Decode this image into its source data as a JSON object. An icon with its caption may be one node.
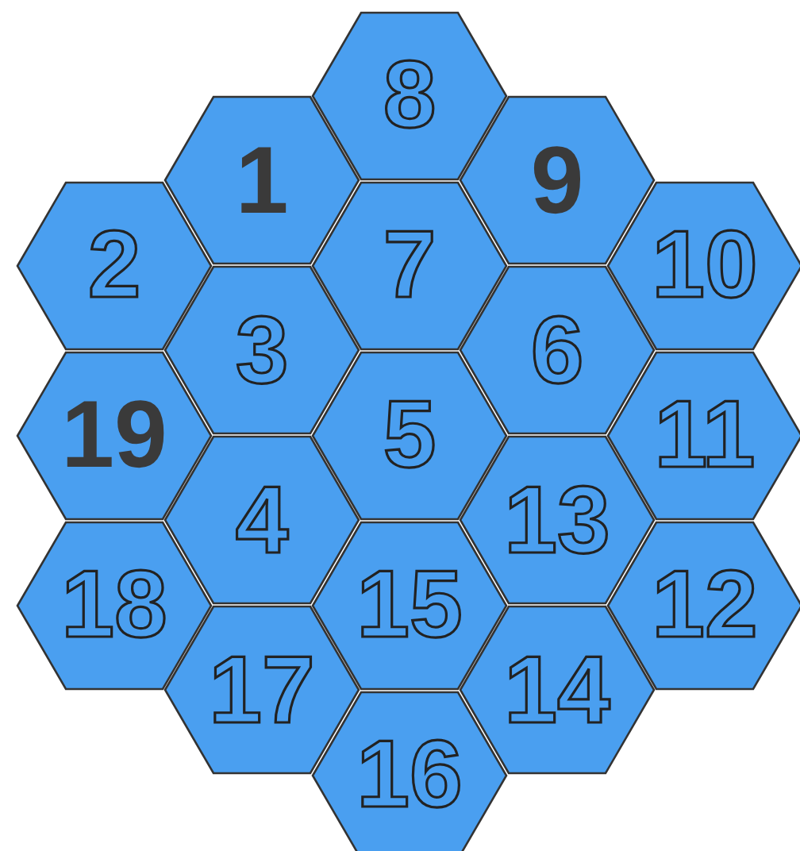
{
  "diagram": {
    "nodes": [
      {
        "text": [
          "8"
        ]
      },
      {
        "text": [
          "1"
        ]
      },
      {
        "text": [
          "9"
        ]
      },
      {
        "text": [
          "2"
        ]
      },
      {
        "text": [
          "7"
        ]
      },
      {
        "text": [
          "10"
        ]
      },
      {
        "text": [
          "3"
        ]
      },
      {
        "text": [
          "6"
        ]
      },
      {
        "text": [
          "19"
        ]
      },
      {
        "text": [
          "5"
        ]
      },
      {
        "text": [
          "11"
        ]
      },
      {
        "text": [
          "4"
        ]
      },
      {
        "text": [
          "13"
        ]
      },
      {
        "text": [
          "18"
        ]
      },
      {
        "text": [
          "15"
        ]
      },
      {
        "text": [
          "12"
        ]
      },
      {
        "text": [
          "17"
        ]
      },
      {
        "text": [
          "14"
        ]
      },
      {
        "text": [
          "16"
        ]
      }
    ]
  }
}
